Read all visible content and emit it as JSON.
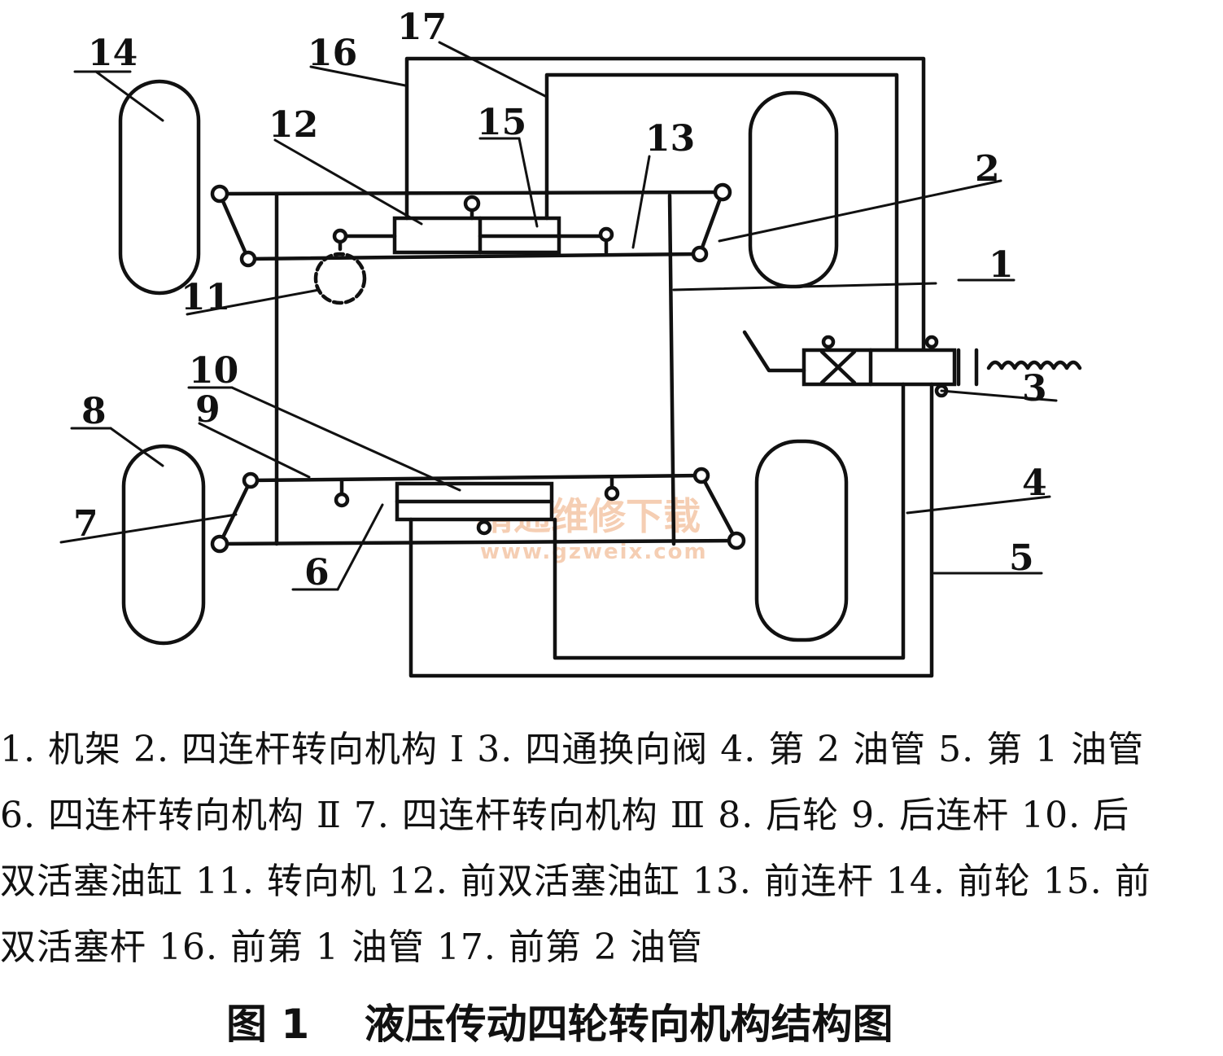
{
  "labels": {
    "n1": "1",
    "n2": "2",
    "n3": "3",
    "n4": "4",
    "n5": "5",
    "n6": "6",
    "n7": "7",
    "n8": "8",
    "n9": "9",
    "n10": "10",
    "n11": "11",
    "n12": "12",
    "n13": "13",
    "n14": "14",
    "n15": "15",
    "n16": "16",
    "n17": "17"
  },
  "watermark": {
    "text": "精通维修下载",
    "url": "www.gzweix.com"
  },
  "legend_lines": [
    "1. 机架 2. 四连杆转向机构 Ⅰ 3. 四通换向阀 4. 第 2 油管 5. 第 1 油管",
    "6. 四连杆转向机构 Ⅱ 7. 四连杆转向机构 Ⅲ 8. 后轮 9. 后连杆 10. 后",
    "双活塞油缸 11. 转向机 12. 前双活塞油缸 13. 前连杆 14. 前轮 15. 前",
    "双活塞杆 16. 前第 1 油管 17. 前第 2 油管"
  ],
  "caption": "图 1　 液压传动四轮转向机构结构图"
}
